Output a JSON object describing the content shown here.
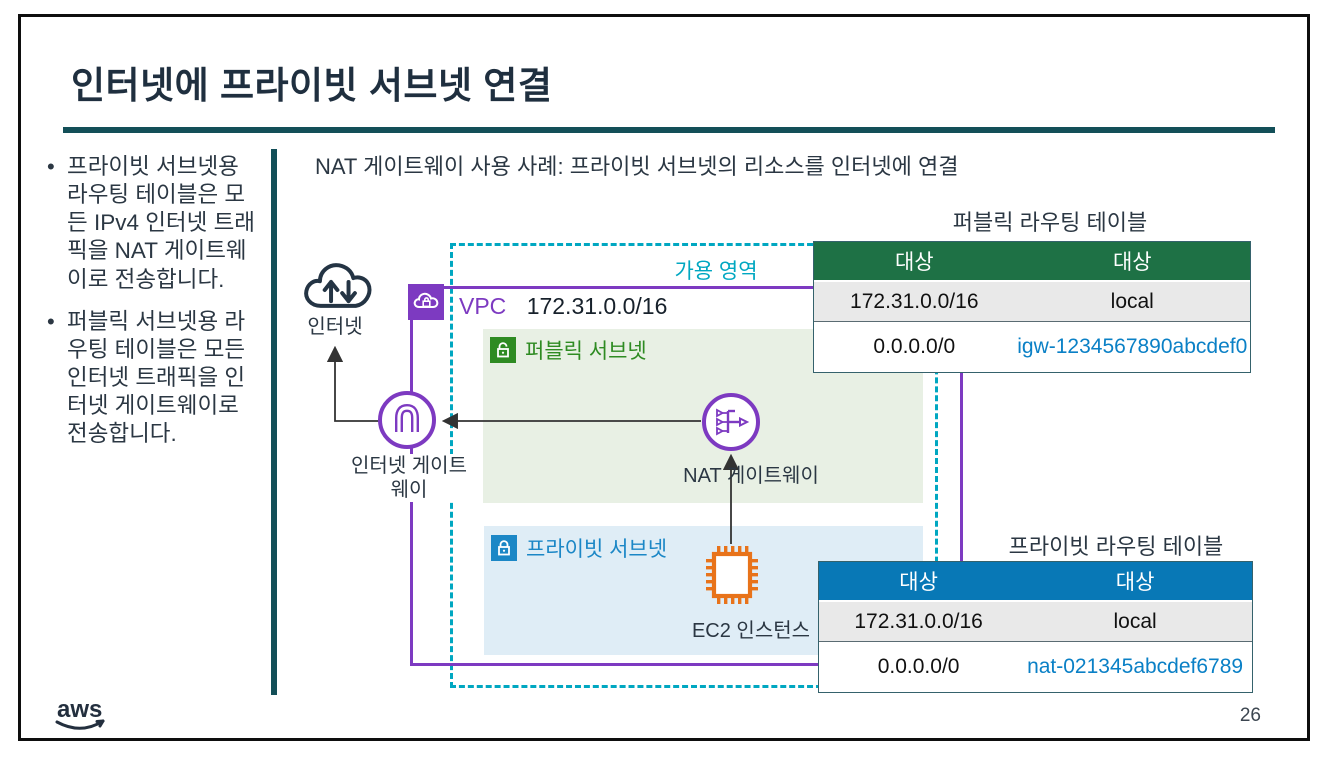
{
  "slide": {
    "title": "인터넷에 프라이빗 서브넷 연결",
    "description": "NAT 게이트웨이 사용 사례: 프라이빗 서브넷의 리소스를 인터넷에 연결",
    "bullets": [
      "프라이빗 서브넷용 라우팅 테이블은 모든 IPv4 인터넷 트래픽을 NAT 게이트웨이로 전송합니다.",
      "퍼블릭 서브넷용 라우팅 테이블은 모든 인터넷 트래픽을 인터넷 게이트웨이로 전송합니다."
    ],
    "page_number": "26",
    "logo_text": "aws"
  },
  "diagram": {
    "internet_label": "인터넷",
    "internet_gateway_label": "인터넷 게이트웨이",
    "nat_gateway_label": "NAT 게이트웨이",
    "ec2_label": "EC2 인스턴스",
    "vpc_label": "VPC",
    "vpc_cidr": "172.31.0.0/16",
    "availability_zone_label": "가용 영역",
    "public_subnet_label": "퍼블릭 서브넷",
    "private_subnet_label": "프라이빗 서브넷"
  },
  "public_route_table": {
    "title": "퍼블릭 라우팅 테이블",
    "headers": [
      "대상",
      "대상"
    ],
    "rows": [
      [
        "172.31.0.0/16",
        "local"
      ],
      [
        "0.0.0.0/0",
        "igw-1234567890abcdef0"
      ]
    ]
  },
  "private_route_table": {
    "title": "프라이빗 라우팅 테이블",
    "headers": [
      "대상",
      "대상"
    ],
    "rows": [
      [
        "172.31.0.0/16",
        "local"
      ],
      [
        "0.0.0.0/0",
        "nat-021345abcdef6789"
      ]
    ]
  },
  "icons": {
    "internet-cloud-icon": "cloud with up/down arrows",
    "vpc-icon": "purple square, cloud with lock",
    "internet-gateway-icon": "purple circle with arch",
    "nat-gateway-icon": "purple circle with fan-in arrow",
    "ec2-instance-icon": "orange chip",
    "public-subnet-lock-icon": "green square padlock",
    "private-subnet-lock-icon": "blue square padlock",
    "aws-logo": "aws smile logo"
  },
  "colors": {
    "rule_teal": "#134f58",
    "vpc_purple": "#7d3ac1",
    "az_teal": "#00a7c1",
    "public_subnet_green_text": "#2e8b22",
    "public_table_header_green": "#1e7145",
    "private_subnet_blue_text": "#1b87c6",
    "private_table_header_blue": "#0878b6",
    "link_blue": "#0a80c6",
    "ec2_orange": "#e8731a",
    "text_dark": "#2b3743"
  }
}
